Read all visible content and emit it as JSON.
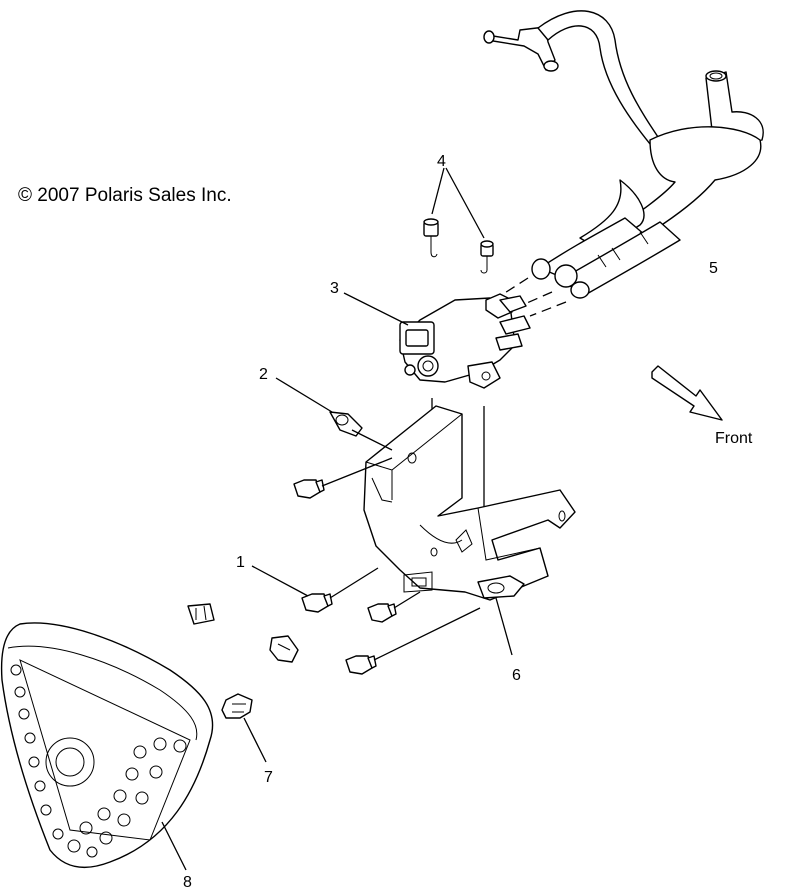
{
  "copyright": "© 2007 Polaris Sales Inc.",
  "front_label": "Front",
  "callouts": {
    "c1": "1",
    "c2": "2",
    "c3": "3",
    "c4": "4",
    "c5": "5",
    "c6": "6",
    "c7": "7",
    "c8": "8"
  }
}
